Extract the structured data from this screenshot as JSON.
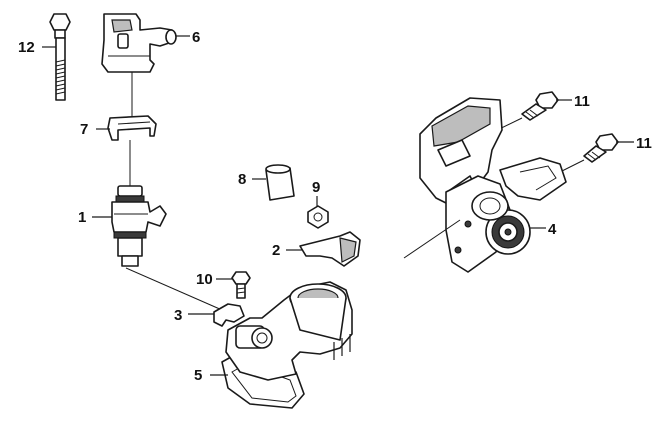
{
  "diagram": {
    "callouts": [
      {
        "id": "c12",
        "label": "12",
        "part": "bolt-long"
      },
      {
        "id": "c6",
        "label": "6",
        "part": "injector-connector"
      },
      {
        "id": "c7",
        "label": "7",
        "part": "retaining-clip"
      },
      {
        "id": "c1",
        "label": "1",
        "part": "fuel-injector"
      },
      {
        "id": "c8",
        "label": "8",
        "part": "rubber-sleeve"
      },
      {
        "id": "c9",
        "label": "9",
        "part": "nut"
      },
      {
        "id": "c2",
        "label": "2",
        "part": "hose-clamp-upper"
      },
      {
        "id": "c10",
        "label": "10",
        "part": "bolt-short"
      },
      {
        "id": "c3",
        "label": "3",
        "part": "hose-clamp-lower"
      },
      {
        "id": "c5",
        "label": "5",
        "part": "throttle-body"
      },
      {
        "id": "c11a",
        "label": "11",
        "part": "bolt-upper"
      },
      {
        "id": "c11b",
        "label": "11",
        "part": "bolt-lower"
      },
      {
        "id": "c4",
        "label": "4",
        "part": "sensor-actuator-unit"
      }
    ]
  }
}
